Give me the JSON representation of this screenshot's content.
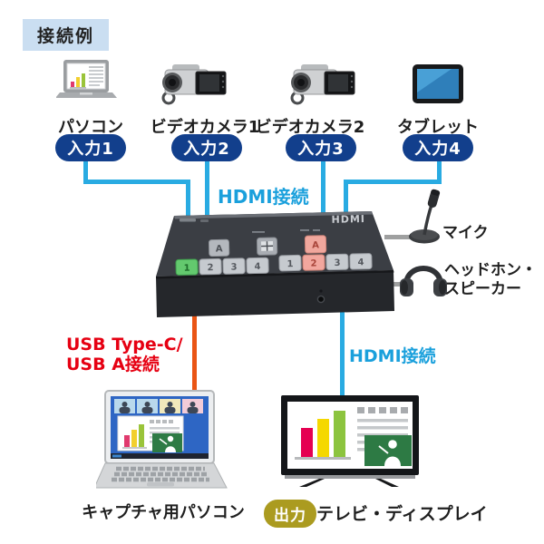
{
  "page": {
    "title_badge": "接続例"
  },
  "inputs": [
    {
      "label": "パソコン",
      "badge": "入力1"
    },
    {
      "label": "ビデオカメラ1",
      "badge": "入力2"
    },
    {
      "label": "ビデオカメラ2",
      "badge": "入力3"
    },
    {
      "label": "タブレット",
      "badge": "入力4"
    }
  ],
  "connections": {
    "hdmi_input_label": "HDMI接続",
    "hdmi_output_label": "HDMI接続",
    "usb_label_line1": "USB Type-C/",
    "usb_label_line2": "USB A接続"
  },
  "switcher": {
    "hdmi_logo": "HDMI",
    "left_a": "A",
    "right_a": "A",
    "left_buttons": [
      "1",
      "2",
      "3",
      "4"
    ],
    "right_buttons": [
      "1",
      "2",
      "3",
      "4"
    ]
  },
  "peripherals": {
    "mic_label": "マイク",
    "headphone_label_line1": "ヘッドホン・",
    "headphone_label_line2": "スピーカー"
  },
  "outputs": {
    "capture_pc_label": "キャプチャ用パソコン",
    "output_badge": "出力",
    "display_label": "テレビ・ディスプレイ"
  },
  "colors": {
    "line_blue": "#29abe2",
    "line_orange": "#ea5514",
    "line_gray": "#9fa0a0",
    "badge_navy": "#123f8c",
    "badge_olive": "#ab9b20",
    "text_red": "#e60012",
    "text_blue": "#1aa0dc",
    "header_bg": "#cadef1"
  }
}
